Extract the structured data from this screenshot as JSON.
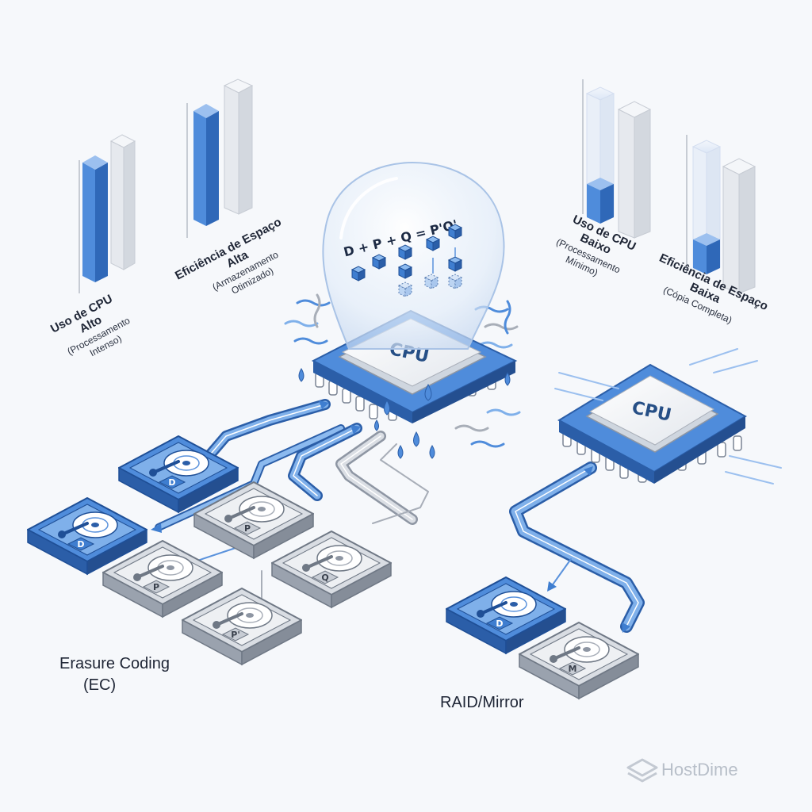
{
  "ec": {
    "caption_line1": "Erasure Coding",
    "caption_line2": "(EC)",
    "formula": "D + P + Q = P'Q'",
    "cpu_label": "CPU",
    "cpu_usage": {
      "title": "Uso de CPU",
      "level": "Alto",
      "note_line1": "(Processamento",
      "note_line2": "Intenso)"
    },
    "space_efficiency": {
      "title": "Eficiência de Espaço",
      "level": "Alta",
      "note_line1": "(Armazenamento",
      "note_line2": "Otimizado)"
    },
    "disks": [
      "D",
      "D",
      "P",
      "P",
      "Q",
      "P'"
    ]
  },
  "mirror": {
    "caption": "RAID/Mirror",
    "cpu_label": "CPU",
    "cpu_usage": {
      "title": "Uso de CPU",
      "level": "Baixo",
      "note_line1": "(Processamento",
      "note_line2": "Mínimo)"
    },
    "space_efficiency": {
      "title": "Eficiência de Espaço",
      "level": "Baixa",
      "note_line1": "(Cópia Completa)"
    },
    "disks": [
      "D",
      "M"
    ]
  },
  "brand": {
    "name": "HostDime"
  },
  "colors": {
    "blue": "#3f7ed0",
    "blue_dark": "#2b5ea8",
    "blue_light": "#9cc0ef",
    "gray": "#c7ccd4",
    "gray_dark": "#8e96a3",
    "path_blue": "#5a92dc",
    "path_gray": "#a8aeb8"
  },
  "icons": [
    "cpu-chip-icon",
    "hard-disk-icon",
    "water-drop-icon",
    "heat-wave-icon",
    "data-block-icon",
    "brand-logo-icon"
  ]
}
